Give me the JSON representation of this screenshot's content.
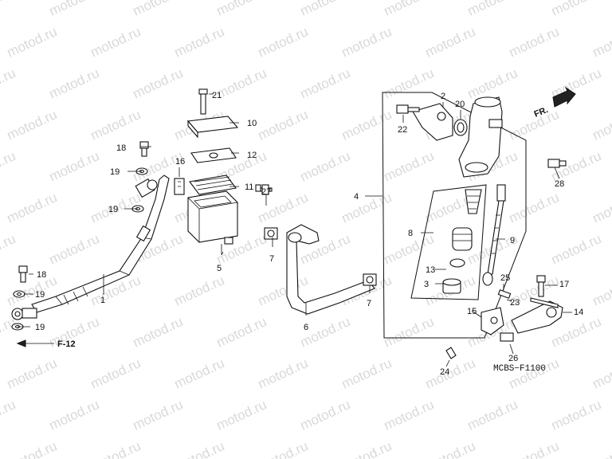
{
  "watermark": "motod.ru",
  "diagram_code": "MCBS−F1100",
  "direction_label": "FR.",
  "reference": "F-12",
  "callouts": {
    "p1": "1",
    "p2": "2",
    "p3": "3",
    "p4": "4",
    "p5": "5",
    "p6": "6",
    "p7a": "7",
    "p7b": "7",
    "p8": "8",
    "p9": "9",
    "p10": "10",
    "p11": "11",
    "p12": "12",
    "p13": "13",
    "p14": "14",
    "p15": "15",
    "p16": "16",
    "p17": "17",
    "p18a": "18",
    "p18b": "18",
    "p19a": "19",
    "p19b": "19",
    "p19c": "19",
    "p19d": "19",
    "p20": "20",
    "p21": "21",
    "p22": "22",
    "p23": "23",
    "p24": "24",
    "p25": "25",
    "p26": "26",
    "p27": "27",
    "p28": "28"
  }
}
